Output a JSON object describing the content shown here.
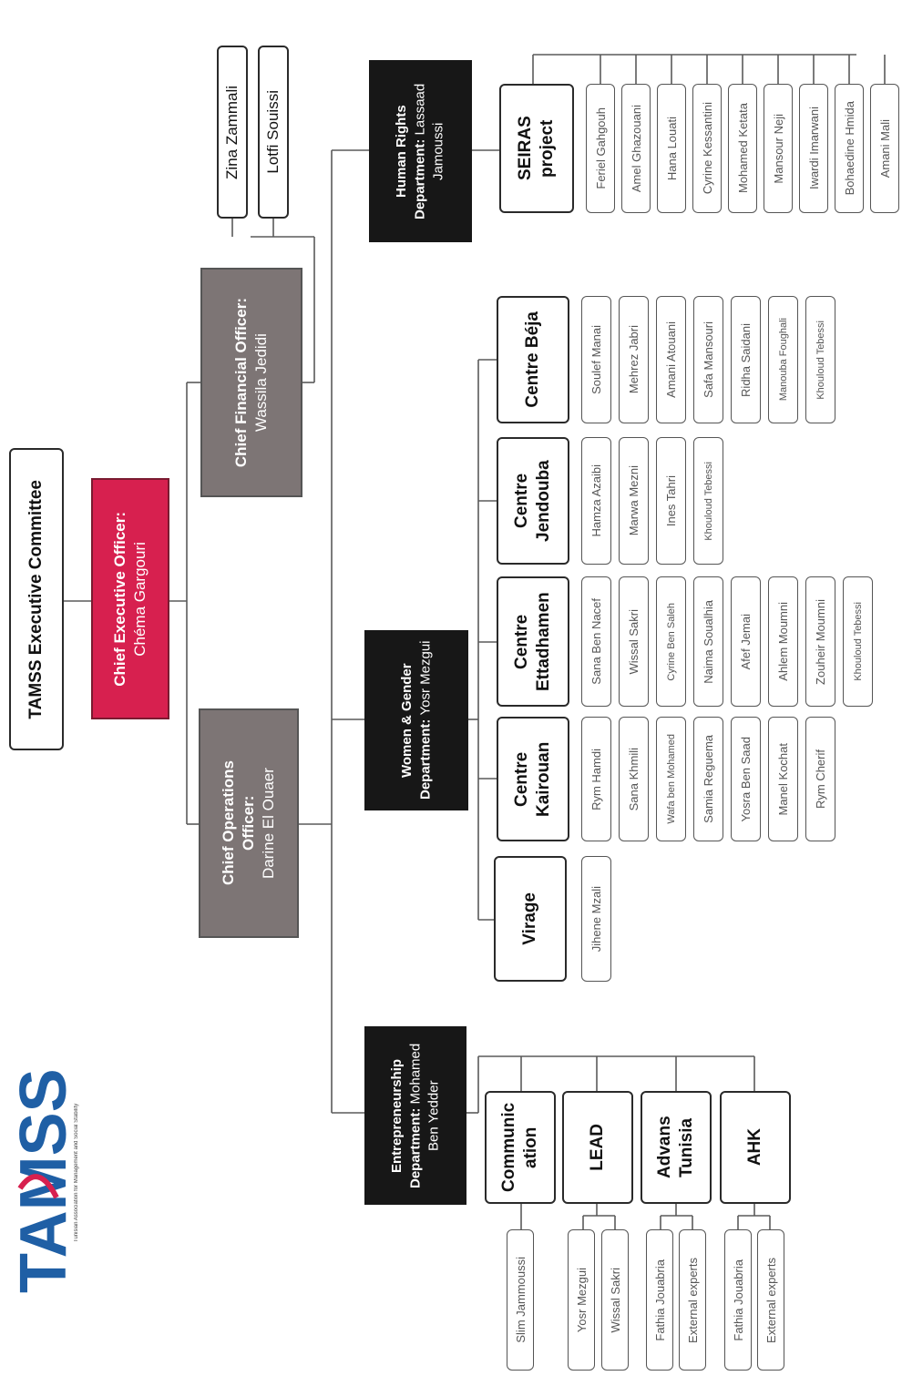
{
  "logo": {
    "name": "TAMSS",
    "subtitle": "Tunisian Association for Management and Social Stability"
  },
  "committee": "TAMSS Executive Committee",
  "ceo": {
    "title": "Chief Executive Officer:",
    "name": "Chéma Gargouri"
  },
  "coo": {
    "title": "Chief Operations Officer:",
    "name": "Darine El Ouaer"
  },
  "cfo": {
    "title": "Chief Financial Officer:",
    "name": "Wassila Jedidi"
  },
  "cfo_staff": [
    "Zina Zammali",
    "Lotfi Souissi"
  ],
  "departments": {
    "entrepreneurship": {
      "title": "Entrepreneurship Department:",
      "name": "Mohamed Ben Yedder"
    },
    "women": {
      "title": "Women & Gender Department:",
      "name": "Yosr Mezgui"
    },
    "hr": {
      "title": "Human Rights Department:",
      "name": "Lassaad Jamoussi"
    }
  },
  "entrepreneurship_units": [
    {
      "label": "Communic ation",
      "members": [
        "Slim Jammoussi"
      ]
    },
    {
      "label": "LEAD",
      "members": [
        "Yosr Mezgui",
        "Wissal Sakri"
      ]
    },
    {
      "label": "Advans Tunisia",
      "members": [
        "Fathia Jouabria",
        "External experts"
      ]
    },
    {
      "label": "AHK",
      "members": [
        "Fathia Jouabria",
        "External experts"
      ]
    }
  ],
  "women_units": [
    {
      "label": "Virage",
      "members": [
        "Jihene Mzali"
      ]
    },
    {
      "label": "Centre Kairouan",
      "members": [
        "Rym Hamdi",
        "Sana Khmili",
        "Wafa ben Mohamed",
        "Samia Reguema",
        "Yosra Ben Saad",
        "Manel Kochat",
        "Rym Cherif"
      ]
    },
    {
      "label": "Centre Ettadhamen",
      "members": [
        "Sana Ben Nacef",
        "Wissal Sakri",
        "Cyrine Ben Saleh",
        "Naima Soualhia",
        "Afef Jemai",
        "Ahlem Moumni",
        "Zouheir Moumni",
        "Khouloud Tebessi"
      ]
    },
    {
      "label": "Centre Jendouba",
      "members": [
        "Hamza Azaibi",
        "Marwa Mezni",
        "Ines Tahri",
        "Khouloud Tebessi"
      ]
    },
    {
      "label": "Centre Béja",
      "members": [
        "Soulef Manai",
        "Mehrez Jabri",
        "Amani Atouani",
        "Safa Mansouri",
        "Ridha Saidani",
        "Manouba Foughali",
        "Khouloud Tebessi"
      ]
    }
  ],
  "hr_unit": {
    "label": "SEIRAS project",
    "members": [
      "Feriel Gahgouh",
      "Amel Ghazouani",
      "Hana Louati",
      "Cyrine Kessantini",
      "Mohamed Ketata",
      "Mansour Neji",
      "Iwardi Imarwani",
      "Bohaedine Hmida",
      "Amani Mali"
    ]
  }
}
